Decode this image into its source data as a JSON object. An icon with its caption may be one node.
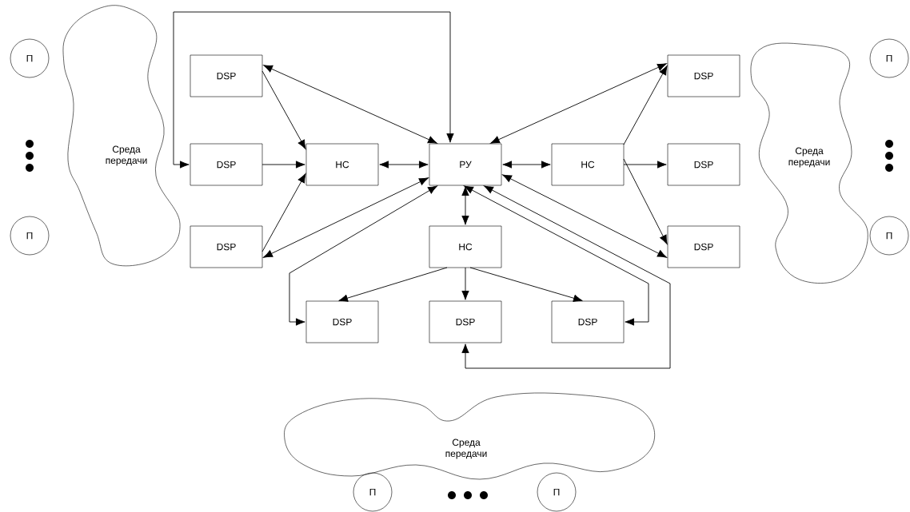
{
  "diagram": {
    "nodes": [
      {
        "text": [
          "П"
        ]
      },
      {
        "text": [
          "П"
        ]
      },
      {
        "text": [
          "Среда передачи"
        ]
      },
      {
        "text": [
          "DSP"
        ]
      },
      {
        "text": [
          "DSP"
        ]
      },
      {
        "text": [
          "DSP"
        ]
      },
      {
        "text": [
          "НС"
        ]
      },
      {
        "text": [
          "РУ"
        ]
      },
      {
        "text": [
          "НС"
        ]
      },
      {
        "text": [
          "DSP"
        ]
      },
      {
        "text": [
          "DSP"
        ]
      },
      {
        "text": [
          "DSP"
        ]
      },
      {
        "text": [
          "Среда передачи"
        ]
      },
      {
        "text": [
          "П"
        ]
      },
      {
        "text": [
          "П"
        ]
      },
      {
        "text": [
          "НС"
        ]
      },
      {
        "text": [
          "DSP"
        ]
      },
      {
        "text": [
          "DSP"
        ]
      },
      {
        "text": [
          "DSP"
        ]
      },
      {
        "text": [
          "Среда передачи"
        ]
      },
      {
        "text": [
          "П"
        ]
      },
      {
        "text": [
          "П"
        ]
      }
    ],
    "edges": [
      {
        "from": 3,
        "to": 7,
        "arrow": "both"
      },
      {
        "from": 3,
        "to": 6,
        "arrow": "to"
      },
      {
        "from": 4,
        "to": 6,
        "arrow": "to"
      },
      {
        "from": 5,
        "to": 6,
        "arrow": "to"
      },
      {
        "from": 6,
        "to": 7,
        "arrow": "both"
      },
      {
        "from": 5,
        "to": 7,
        "arrow": "both"
      },
      {
        "from": 4,
        "to": 7,
        "arrow": "both"
      },
      {
        "from": 16,
        "to": 7,
        "arrow": "both"
      },
      {
        "from": 9,
        "to": 7,
        "arrow": "both"
      },
      {
        "from": 7,
        "to": 8,
        "arrow": "both"
      },
      {
        "from": 8,
        "to": 9,
        "arrow": "to"
      },
      {
        "from": 8,
        "to": 10,
        "arrow": "to"
      },
      {
        "from": 8,
        "to": 11,
        "arrow": "to"
      },
      {
        "from": 7,
        "to": 11,
        "arrow": "both"
      },
      {
        "from": 7,
        "to": 18,
        "arrow": "both"
      },
      {
        "from": 7,
        "to": 17,
        "arrow": "both"
      },
      {
        "from": 7,
        "to": 15,
        "arrow": "both"
      },
      {
        "from": 15,
        "to": 16,
        "arrow": "to"
      },
      {
        "from": 15,
        "to": 17,
        "arrow": "to"
      },
      {
        "from": 15,
        "to": 18,
        "arrow": "to"
      }
    ]
  }
}
